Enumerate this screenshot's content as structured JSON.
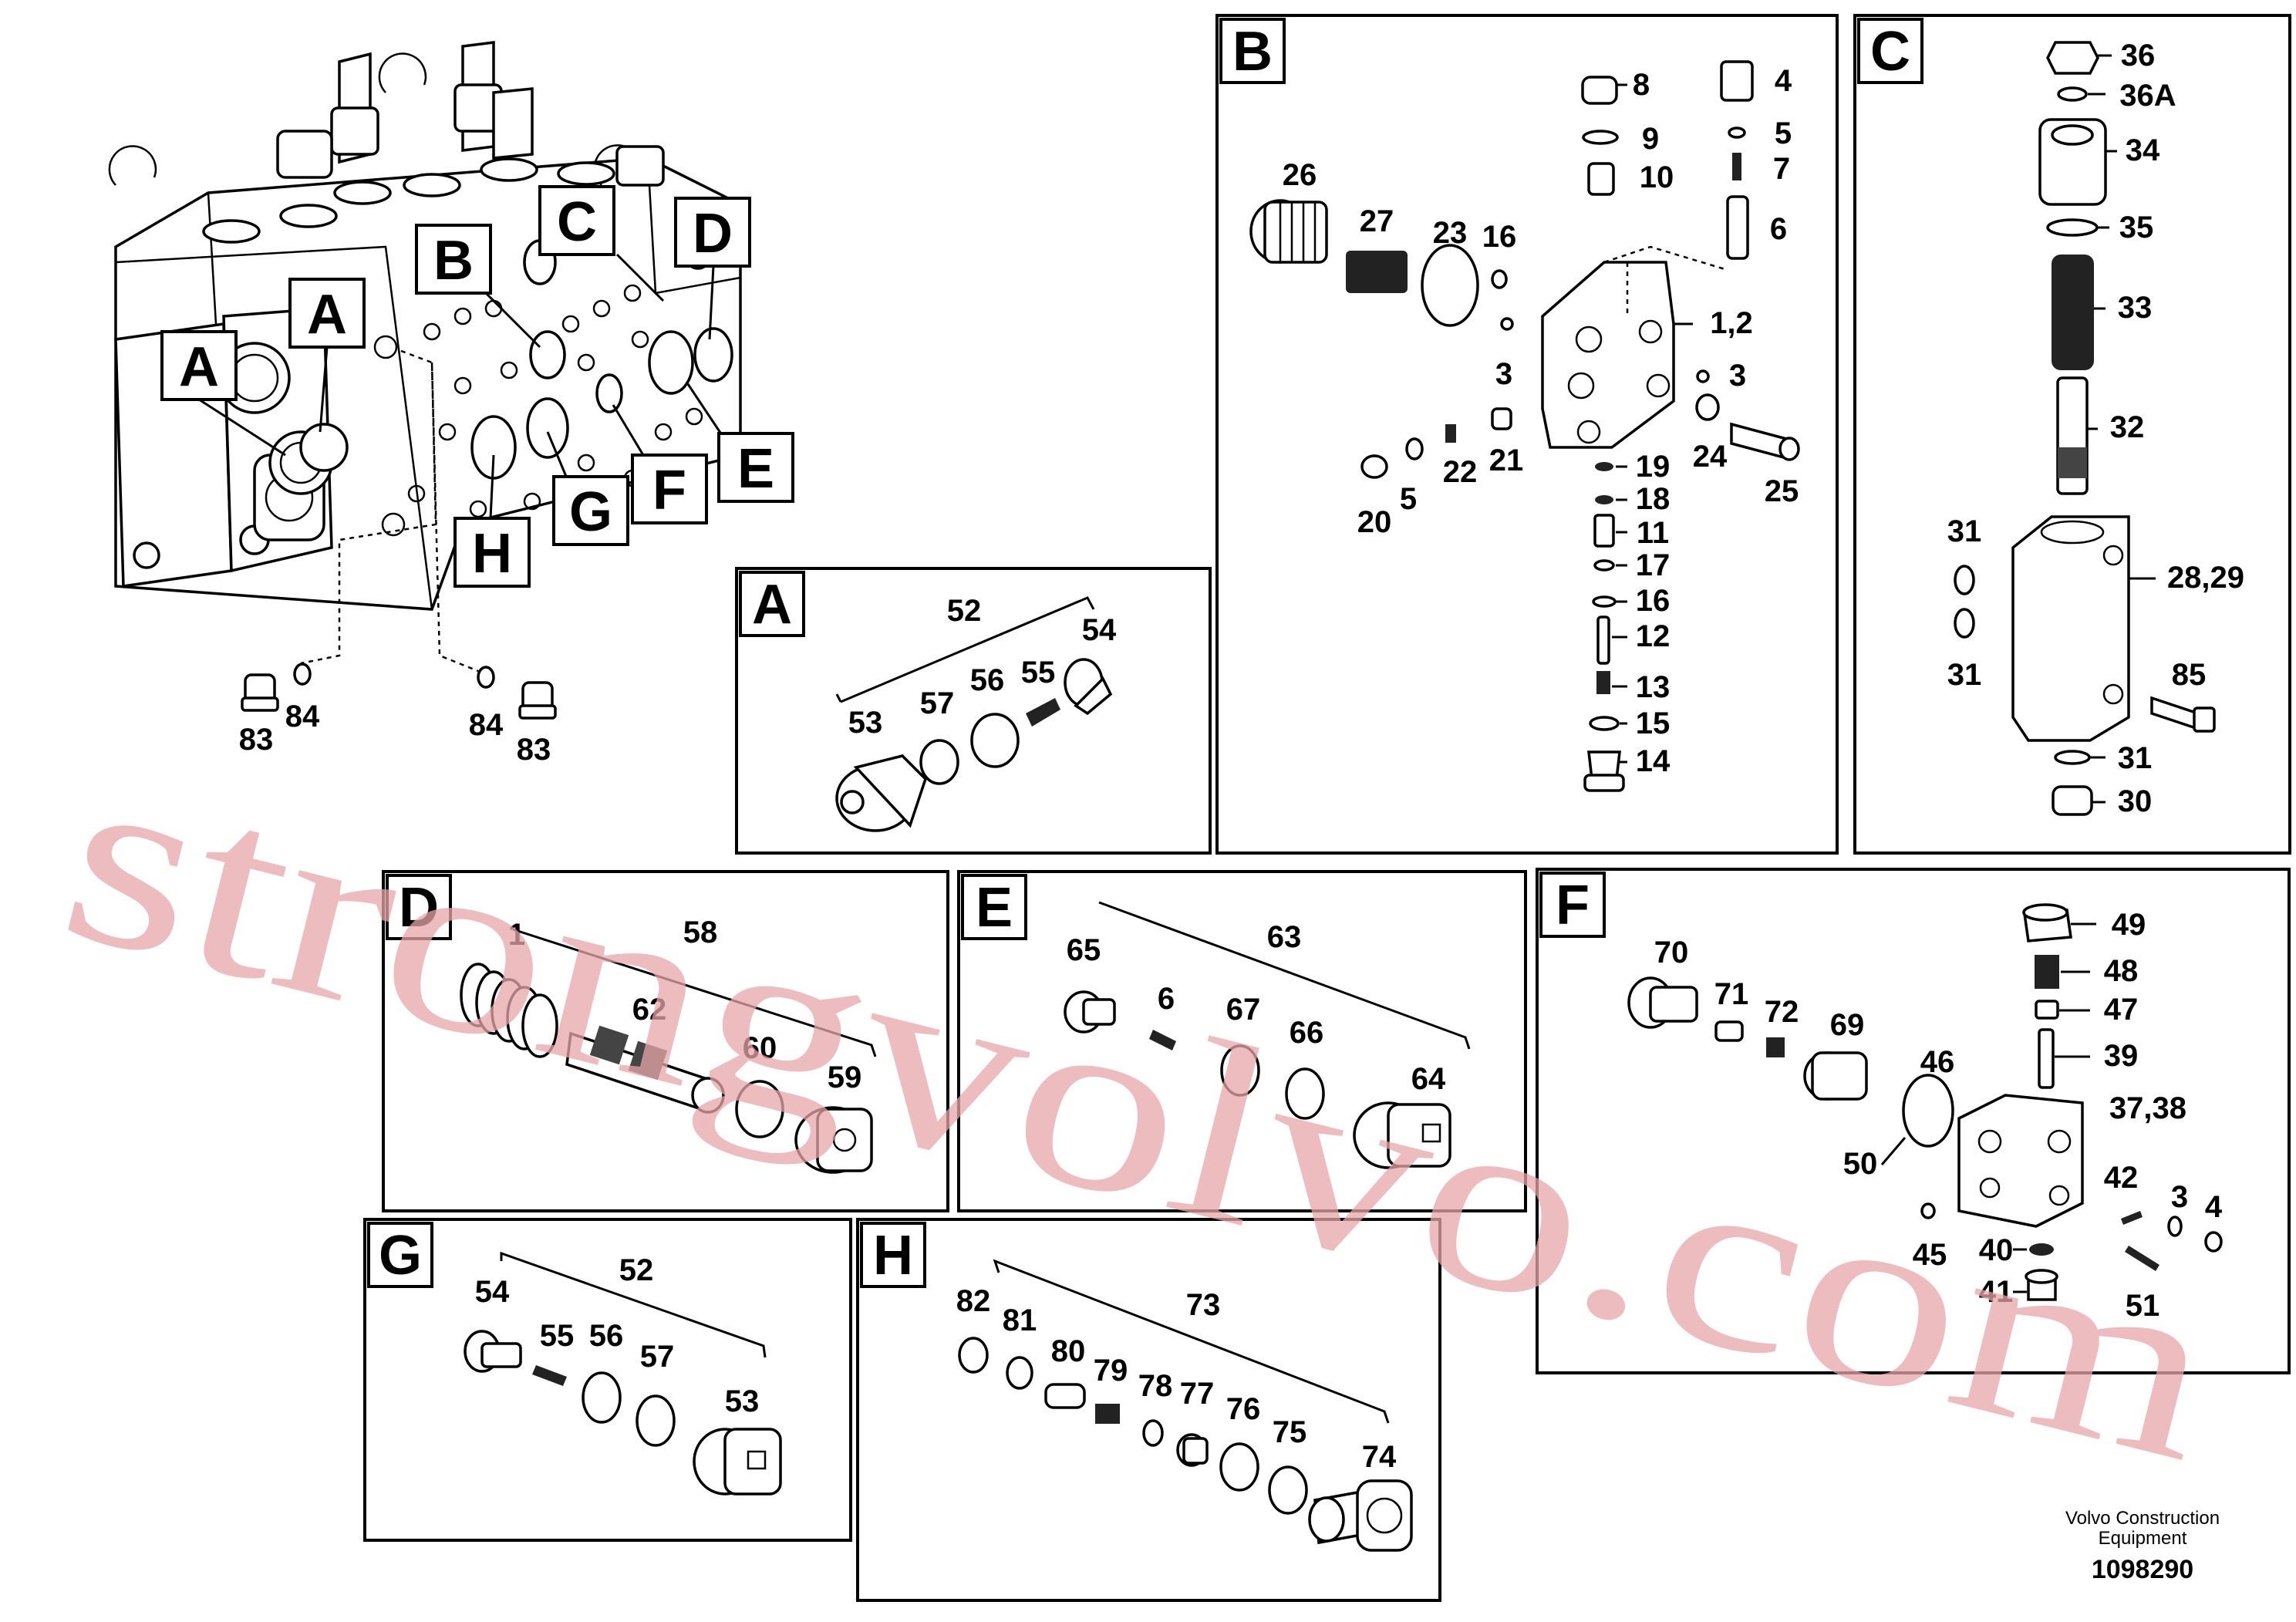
{
  "watermark": "strongvolvo.com",
  "footer": {
    "line1": "Volvo Construction",
    "line2": "Equipment",
    "ref": "1098290"
  },
  "overview": {
    "markers": [
      "A",
      "A",
      "B",
      "C",
      "D",
      "E",
      "F",
      "G",
      "H"
    ],
    "plugs": [
      "83",
      "84",
      "84",
      "83"
    ]
  },
  "panels": {
    "A": {
      "letter": "A",
      "group": "52",
      "labels": [
        "53",
        "57",
        "56",
        "55",
        "54"
      ]
    },
    "B": {
      "letter": "B",
      "labels": [
        "8",
        "9",
        "10",
        "4",
        "5",
        "7",
        "6",
        "26",
        "27",
        "23",
        "16",
        "3",
        "1,2",
        "3",
        "20",
        "5",
        "22",
        "21",
        "24",
        "25",
        "19",
        "18",
        "11",
        "17",
        "16",
        "12",
        "13",
        "15",
        "14"
      ]
    },
    "C": {
      "letter": "C",
      "labels": [
        "36",
        "36A",
        "34",
        "35",
        "33",
        "32",
        "31",
        "31",
        "28,29",
        "85",
        "31",
        "30"
      ]
    },
    "D": {
      "letter": "D",
      "group": "58",
      "labels": [
        "1",
        "62",
        "60",
        "59"
      ]
    },
    "E": {
      "letter": "E",
      "group": "63",
      "labels": [
        "65",
        "6",
        "67",
        "66",
        "64"
      ]
    },
    "F": {
      "letter": "F",
      "labels": [
        "49",
        "48",
        "47",
        "39",
        "70",
        "71",
        "72",
        "69",
        "46",
        "37,38",
        "50",
        "42",
        "3",
        "4",
        "45",
        "40",
        "41",
        "51"
      ]
    },
    "G": {
      "letter": "G",
      "group": "52",
      "labels": [
        "54",
        "55",
        "56",
        "57",
        "53"
      ]
    },
    "H": {
      "letter": "H",
      "group": "73",
      "labels": [
        "82",
        "81",
        "80",
        "79",
        "78",
        "77",
        "76",
        "75",
        "74"
      ]
    }
  }
}
